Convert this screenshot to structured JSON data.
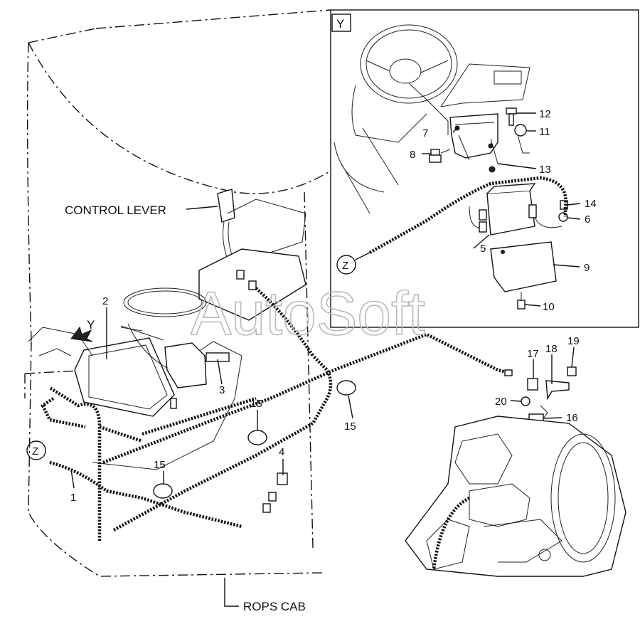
{
  "watermark": "AutoSoft",
  "detail_box": {
    "letter": "Y"
  },
  "main_labels": {
    "control_lever": "CONTROL LEVER",
    "rops_cab": "ROPS CAB",
    "view_arrow": "Y",
    "connector_z": "Z"
  },
  "detail_labels": {
    "connector_z": "Z"
  },
  "callouts_main": [
    "1",
    "2",
    "3",
    "4",
    "15",
    "15",
    "15",
    "16",
    "17",
    "18",
    "19",
    "20"
  ],
  "callouts_detail": [
    "5",
    "6",
    "7",
    "8",
    "9",
    "10",
    "11",
    "12",
    "13",
    "14"
  ]
}
